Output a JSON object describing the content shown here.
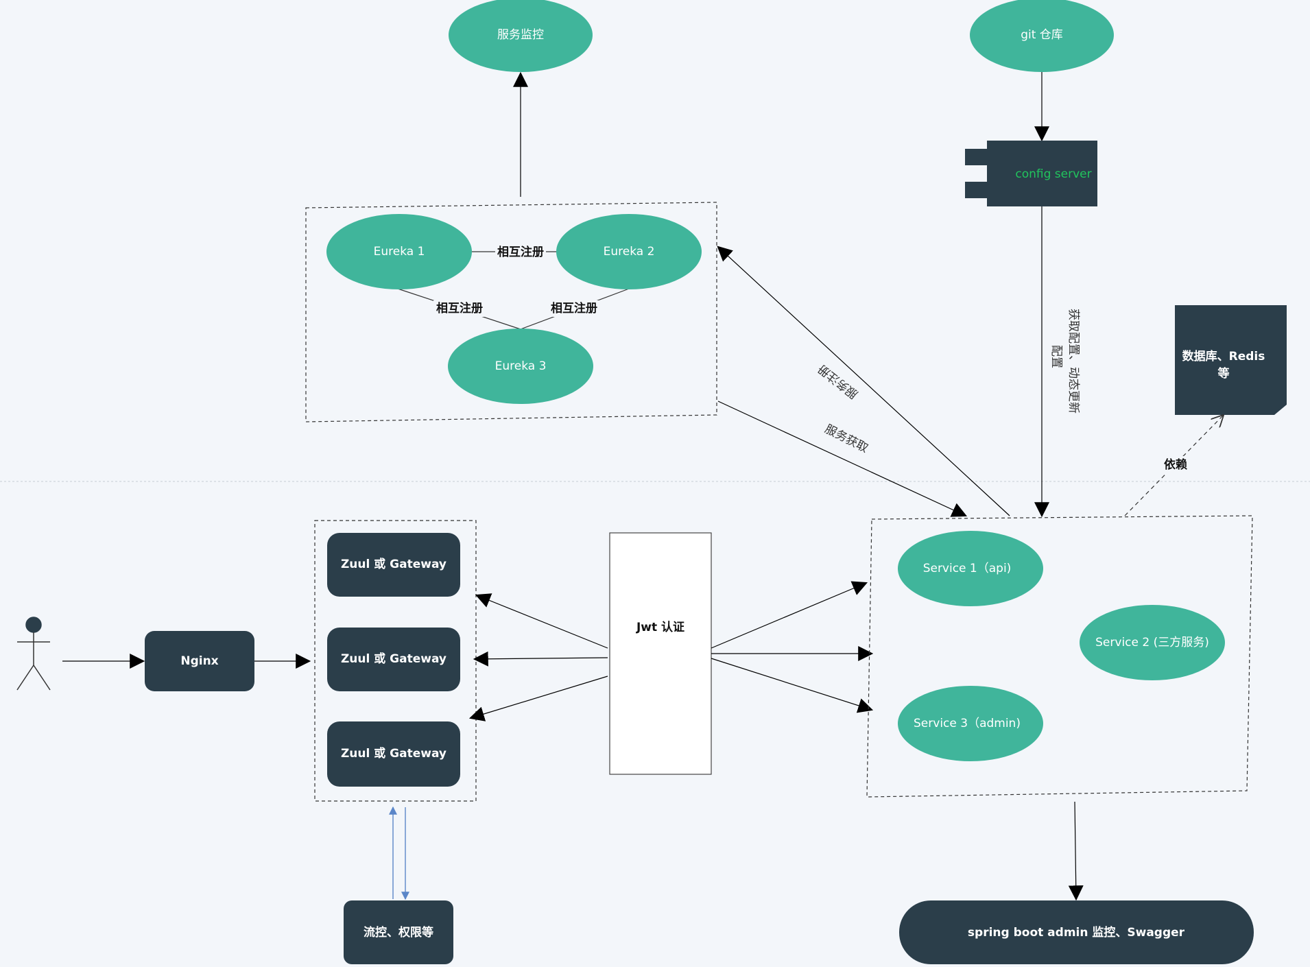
{
  "colors": {
    "background": "#f3f6fa",
    "ellipse_green": "#40b59b",
    "dark_box": "#2b3e4a",
    "config_text": "#21c55d",
    "arrow": "#000000",
    "blue_arrow": "#5b86c8"
  },
  "nodes": {
    "service_monitor": "服务监控",
    "git_repo": "git 仓库",
    "config_server": "config server",
    "eureka1": "Eureka 1",
    "eureka2": "Eureka 2",
    "eureka3": "Eureka 3",
    "database": [
      "数据库、Redis",
      "等"
    ],
    "nginx": "Nginx",
    "gateway1": "Zuul 或 Gateway",
    "gateway2": "Zuul 或 Gateway",
    "gateway3": "Zuul 或 Gateway",
    "jwt": "Jwt 认证",
    "service1": "Service 1（api)",
    "service2": "Service 2 (三方服务)",
    "service3": "Service 3（admin)",
    "flow_control": "流控、权限等",
    "spring_admin": "spring boot admin 监控、Swagger"
  },
  "edge_labels": {
    "mutual_12": "相互注册",
    "mutual_13": "相互注册",
    "mutual_23": "相互注册",
    "config_fetch_line1": "获取配置、动态更新",
    "config_fetch_line2": "配置",
    "service_register": "服务注册",
    "service_discover": "服务获取",
    "depends": "依赖"
  },
  "actor": "user-actor"
}
